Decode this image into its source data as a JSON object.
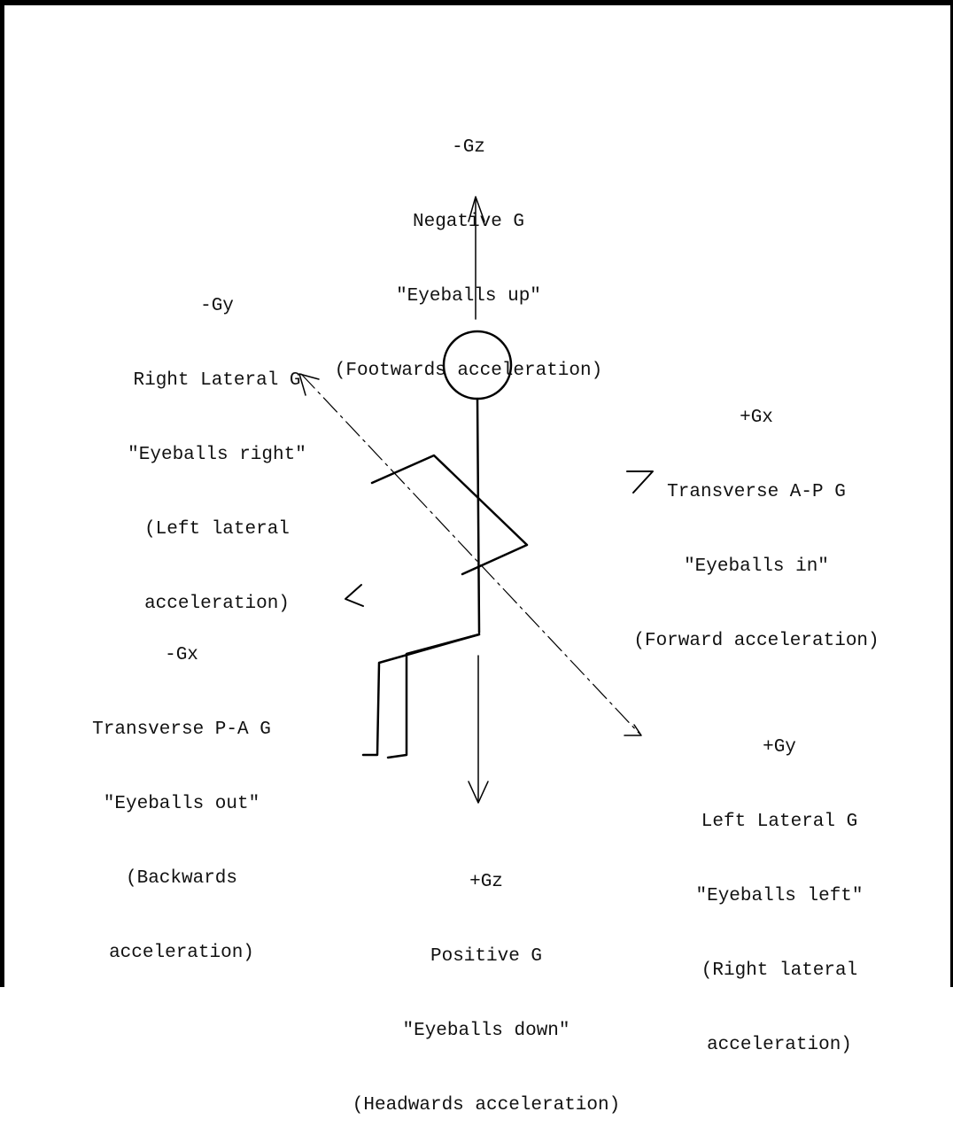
{
  "labels": {
    "neg_gz": [
      "-Gz",
      "Negative G",
      "\"Eyeballs up\"",
      "(Footwards acceleration)"
    ],
    "neg_gy": [
      "-Gy",
      "Right Lateral G",
      "\"Eyeballs right\"",
      "(Left lateral",
      "acceleration)"
    ],
    "pos_gx": [
      "+Gx",
      "Transverse A-P G",
      "\"Eyeballs in\"",
      "(Forward acceleration)"
    ],
    "neg_gx": [
      "-Gx",
      "Transverse P-A G",
      "\"Eyeballs out\"",
      "(Backwards",
      "acceleration)"
    ],
    "pos_gy": [
      "+Gy",
      "Left Lateral G",
      "\"Eyeballs left\"",
      "(Right lateral",
      "acceleration)"
    ],
    "pos_gz": [
      "+Gz",
      "Positive G",
      "\"Eyeballs down\"",
      "(Headwards acceleration)"
    ]
  }
}
